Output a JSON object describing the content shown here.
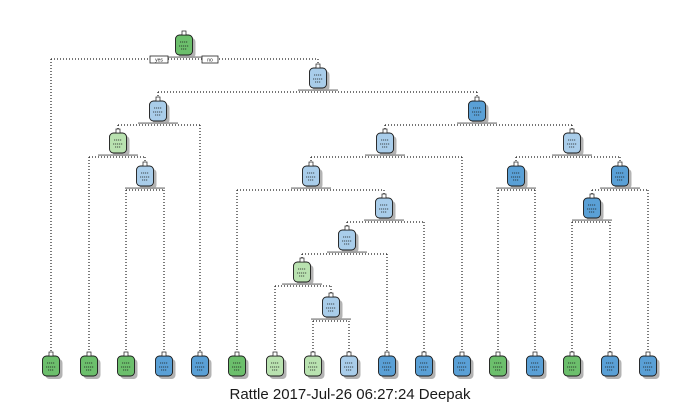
{
  "caption": "Rattle 2017-Jul-26 06:27:24 Deepak",
  "root_split": {
    "yes_label": "yes",
    "no_label": "no"
  },
  "colors": {
    "green_dark": "#6cbf6c",
    "green_light": "#b9e2b0",
    "blue_dark": "#5aa0d6",
    "blue_light": "#a9cdea",
    "edge": "#222222",
    "shadow": "#9a9a9a"
  },
  "tree": {
    "id": "root",
    "color": "green_dark",
    "children": [
      {
        "id": "leaf-1",
        "color": "green_dark"
      },
      {
        "id": "n2",
        "color": "blue_light",
        "children": [
          {
            "id": "n3",
            "color": "blue_light",
            "children": [
              {
                "id": "n4",
                "color": "green_light",
                "children": [
                  {
                    "id": "leaf-2",
                    "color": "green_dark"
                  },
                  {
                    "id": "n5",
                    "color": "blue_light",
                    "children": [
                      {
                        "id": "leaf-3",
                        "color": "green_dark"
                      },
                      {
                        "id": "leaf-4",
                        "color": "blue_dark"
                      }
                    ]
                  }
                ]
              },
              {
                "id": "leaf-5",
                "color": "blue_dark"
              }
            ]
          },
          {
            "id": "n6",
            "color": "blue_dark",
            "children": [
              {
                "id": "n7",
                "color": "blue_light",
                "children": [
                  {
                    "id": "n8",
                    "color": "blue_light",
                    "children": [
                      {
                        "id": "leaf-6",
                        "color": "green_dark"
                      },
                      {
                        "id": "n9",
                        "color": "blue_light",
                        "children": [
                          {
                            "id": "n10",
                            "color": "blue_light",
                            "children": [
                              {
                                "id": "n11",
                                "color": "green_light",
                                "children": [
                                  {
                                    "id": "leaf-7",
                                    "color": "green_light"
                                  },
                                  {
                                    "id": "n12",
                                    "color": "blue_light",
                                    "children": [
                                      {
                                        "id": "leaf-8",
                                        "color": "green_light"
                                      },
                                      {
                                        "id": "leaf-9",
                                        "color": "blue_light"
                                      }
                                    ]
                                  }
                                ]
                              },
                              {
                                "id": "leaf-10",
                                "color": "blue_dark"
                              }
                            ]
                          },
                          {
                            "id": "leaf-11",
                            "color": "blue_dark"
                          }
                        ]
                      }
                    ]
                  },
                  {
                    "id": "leaf-12",
                    "color": "blue_dark"
                  }
                ]
              },
              {
                "id": "n13",
                "color": "blue_light",
                "children": [
                  {
                    "id": "n14",
                    "color": "blue_dark",
                    "children": [
                      {
                        "id": "leaf-13",
                        "color": "green_dark"
                      },
                      {
                        "id": "leaf-14",
                        "color": "blue_dark"
                      }
                    ]
                  },
                  {
                    "id": "n15",
                    "color": "blue_dark",
                    "children": [
                      {
                        "id": "n16",
                        "color": "blue_dark",
                        "children": [
                          {
                            "id": "leaf-15",
                            "color": "green_dark"
                          },
                          {
                            "id": "leaf-16",
                            "color": "blue_dark"
                          }
                        ]
                      },
                      {
                        "id": "leaf-17",
                        "color": "blue_dark"
                      }
                    ]
                  }
                ]
              }
            ]
          }
        ]
      }
    ]
  }
}
